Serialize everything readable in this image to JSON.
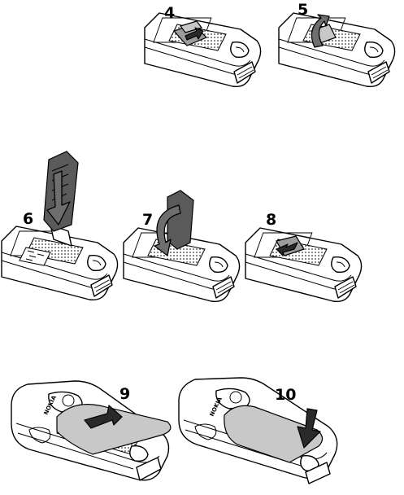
{
  "steps": [
    {
      "number": "4"
    },
    {
      "number": "5"
    },
    {
      "number": "6"
    },
    {
      "number": "7"
    },
    {
      "number": "8"
    },
    {
      "number": "9"
    },
    {
      "number": "10"
    }
  ],
  "phone": {
    "brand_label": "NOKIA"
  }
}
